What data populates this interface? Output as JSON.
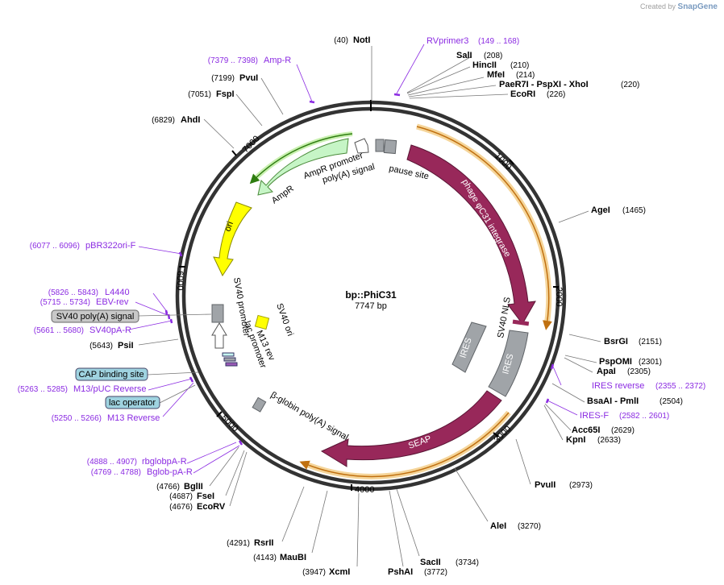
{
  "branding": {
    "created_by": "Created by",
    "product": "SnapGene"
  },
  "plasmid": {
    "name": "bp::PhiC31",
    "length_label": "7747 bp",
    "length": 7747
  },
  "ticks": [
    {
      "pos": 1000,
      "label": "1000"
    },
    {
      "pos": 2000,
      "label": "2000"
    },
    {
      "pos": 3000,
      "label": "3000"
    },
    {
      "pos": 4000,
      "label": "4000"
    },
    {
      "pos": 5000,
      "label": "5000"
    },
    {
      "pos": 6000,
      "label": "6000"
    },
    {
      "pos": 7000,
      "label": "7000"
    }
  ],
  "sites": [
    {
      "name": "NotI",
      "pos": 40,
      "pos_label": "(40)",
      "side": "L"
    },
    {
      "name": "SalI",
      "pos": 208,
      "pos_label": "(208)",
      "side": "R"
    },
    {
      "name": "HincII",
      "pos": 210,
      "pos_label": "(210)",
      "side": "R"
    },
    {
      "name": "MfeI",
      "pos": 214,
      "pos_label": "(214)",
      "side": "R"
    },
    {
      "name": "PaeR7I - PspXI - XhoI",
      "pos": 220,
      "pos_label": "(220)",
      "side": "R"
    },
    {
      "name": "EcoRI",
      "pos": 226,
      "pos_label": "(226)",
      "side": "R"
    },
    {
      "name": "AgeI",
      "pos": 1465,
      "pos_label": "(1465)",
      "side": "R"
    },
    {
      "name": "BsrGI",
      "pos": 2151,
      "pos_label": "(2151)",
      "side": "R"
    },
    {
      "name": "PspOMI",
      "pos": 2301,
      "pos_label": "(2301)",
      "side": "R"
    },
    {
      "name": "ApaI",
      "pos": 2305,
      "pos_label": "(2305)",
      "side": "R"
    },
    {
      "name": "BsaAI - PmlI",
      "pos": 2504,
      "pos_label": "(2504)",
      "side": "R"
    },
    {
      "name": "Acc65I",
      "pos": 2629,
      "pos_label": "(2629)",
      "side": "R"
    },
    {
      "name": "KpnI",
      "pos": 2633,
      "pos_label": "(2633)",
      "side": "R"
    },
    {
      "name": "PvuII",
      "pos": 2973,
      "pos_label": "(2973)",
      "side": "R"
    },
    {
      "name": "AleI",
      "pos": 3270,
      "pos_label": "(3270)",
      "side": "R"
    },
    {
      "name": "SacII",
      "pos": 3734,
      "pos_label": "(3734)",
      "side": "R"
    },
    {
      "name": "PshAI",
      "pos": 3772,
      "pos_label": "(3772)",
      "side": "R"
    },
    {
      "name": "XcmI",
      "pos": 3947,
      "pos_label": "(3947)",
      "side": "L"
    },
    {
      "name": "MauBI",
      "pos": 4143,
      "pos_label": "(4143)",
      "side": "L"
    },
    {
      "name": "RsrII",
      "pos": 4291,
      "pos_label": "(4291)",
      "side": "L"
    },
    {
      "name": "EcoRV",
      "pos": 4676,
      "pos_label": "(4676)",
      "side": "L"
    },
    {
      "name": "FseI",
      "pos": 4687,
      "pos_label": "(4687)",
      "side": "L"
    },
    {
      "name": "BglII",
      "pos": 4766,
      "pos_label": "(4766)",
      "side": "L"
    },
    {
      "name": "PsiI",
      "pos": 5643,
      "pos_label": "(5643)",
      "side": "L"
    },
    {
      "name": "AhdI",
      "pos": 6829,
      "pos_label": "(6829)",
      "side": "L"
    },
    {
      "name": "FspI",
      "pos": 7051,
      "pos_label": "(7051)",
      "side": "L"
    },
    {
      "name": "PvuI",
      "pos": 7199,
      "pos_label": "(7199)",
      "side": "L"
    }
  ],
  "primers": [
    {
      "name": "RVprimer3",
      "range": "(149 .. 168)",
      "side": "R"
    },
    {
      "name": "Amp-R",
      "range": "(7379 .. 7398)",
      "side": "L"
    },
    {
      "name": "pBR322ori-F",
      "range": "(6077 .. 6096)",
      "side": "L"
    },
    {
      "name": "L4440",
      "range": "(5826 .. 5843)",
      "side": "L"
    },
    {
      "name": "EBV-rev",
      "range": "(5715 .. 5734)",
      "side": "L"
    },
    {
      "name": "SV40pA-R",
      "range": "(5661 .. 5680)",
      "side": "L"
    },
    {
      "name": "M13/pUC Reverse",
      "range": "(5263 .. 5285)",
      "side": "L"
    },
    {
      "name": "M13 Reverse",
      "range": "(5250 .. 5266)",
      "side": "L"
    },
    {
      "name": "rbglobpA-R",
      "range": "(4888 .. 4907)",
      "side": "L"
    },
    {
      "name": "Bglob-pA-R",
      "range": "(4769 .. 4788)",
      "side": "L"
    },
    {
      "name": "IRES reverse",
      "range": "(2355 .. 2372)",
      "side": "R"
    },
    {
      "name": "IRES-F",
      "range": "(2582 .. 2601)",
      "side": "R"
    }
  ],
  "callouts": [
    {
      "name": "SV40 poly(A) signal",
      "color": "#c8c8c8"
    },
    {
      "name": "CAP binding site",
      "color": "#9fd3e0"
    },
    {
      "name": "lac operator",
      "color": "#9fd3e0"
    }
  ],
  "features": [
    {
      "name": "phage φC31 integrase",
      "color": "#98285a"
    },
    {
      "name": "SV40 NLS",
      "color": "#98285a"
    },
    {
      "name": "IRES",
      "color": "#a0a4a8"
    },
    {
      "name": "SEAP",
      "color": "#98285a"
    },
    {
      "name": "β-globin poly(A) signal",
      "color": "#a0a4a8"
    },
    {
      "name": "SV40 ori",
      "color": "#ffff00"
    },
    {
      "name": "SV40 promoter",
      "color": "#ffffff"
    },
    {
      "name": "lac promoter",
      "color": "#ffffff"
    },
    {
      "name": "M13 rev",
      "color": "#ffffff"
    },
    {
      "name": "ori",
      "color": "#ffff00"
    },
    {
      "name": "AmpR",
      "color": "#c6f5c6"
    },
    {
      "name": "AmpR promoter",
      "color": "#ffffff"
    },
    {
      "name": "poly(A) signal",
      "color": "#a0a4a8"
    },
    {
      "name": "pause site",
      "color": "#a0a4a8"
    }
  ],
  "colors": {
    "primer": "#8b2be2",
    "orf_highlight": "#e8a020",
    "amp_orf": "#4a9e1c",
    "backbone": "#333333"
  }
}
